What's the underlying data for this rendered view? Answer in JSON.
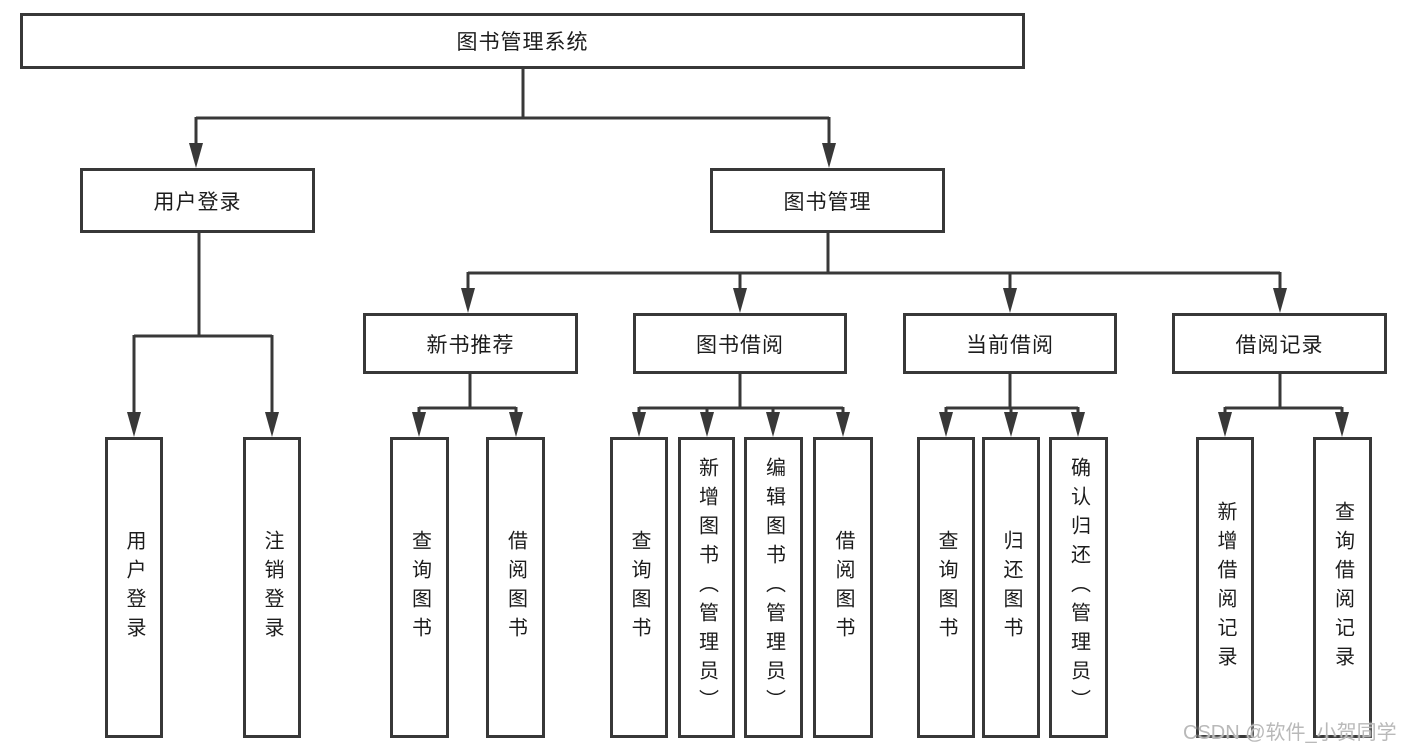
{
  "diagram": {
    "type": "hierarchy-tree",
    "root": {
      "label": "图书管理系统"
    },
    "level2": [
      {
        "label": "用户登录"
      },
      {
        "label": "图书管理"
      }
    ],
    "level3": [
      {
        "label": "新书推荐",
        "parent": "图书管理"
      },
      {
        "label": "图书借阅",
        "parent": "图书管理"
      },
      {
        "label": "当前借阅",
        "parent": "图书管理"
      },
      {
        "label": "借阅记录",
        "parent": "图书管理"
      }
    ],
    "leaves": [
      {
        "label": "用户登录",
        "parent": "用户登录"
      },
      {
        "label": "注销登录",
        "parent": "用户登录"
      },
      {
        "label": "查询图书",
        "parent": "新书推荐"
      },
      {
        "label": "借阅图书",
        "parent": "新书推荐"
      },
      {
        "label": "查询图书",
        "parent": "图书借阅"
      },
      {
        "label": "新增图书（管理员）",
        "parent": "图书借阅"
      },
      {
        "label": "编辑图书（管理员）",
        "parent": "图书借阅"
      },
      {
        "label": "借阅图书",
        "parent": "图书借阅"
      },
      {
        "label": "查询图书",
        "parent": "当前借阅"
      },
      {
        "label": "归还图书",
        "parent": "当前借阅"
      },
      {
        "label": "确认归还（管理员）",
        "parent": "当前借阅"
      },
      {
        "label": "新增借阅记录",
        "parent": "借阅记录"
      },
      {
        "label": "查询借阅记录",
        "parent": "借阅记录"
      }
    ]
  },
  "watermark": {
    "text": "CSDN @软件_小贺同学"
  },
  "colors": {
    "line": "#383838",
    "box_border": "#383838",
    "text": "#1c1c1c",
    "background": "#ffffff",
    "watermark": "#b9b9b9"
  }
}
